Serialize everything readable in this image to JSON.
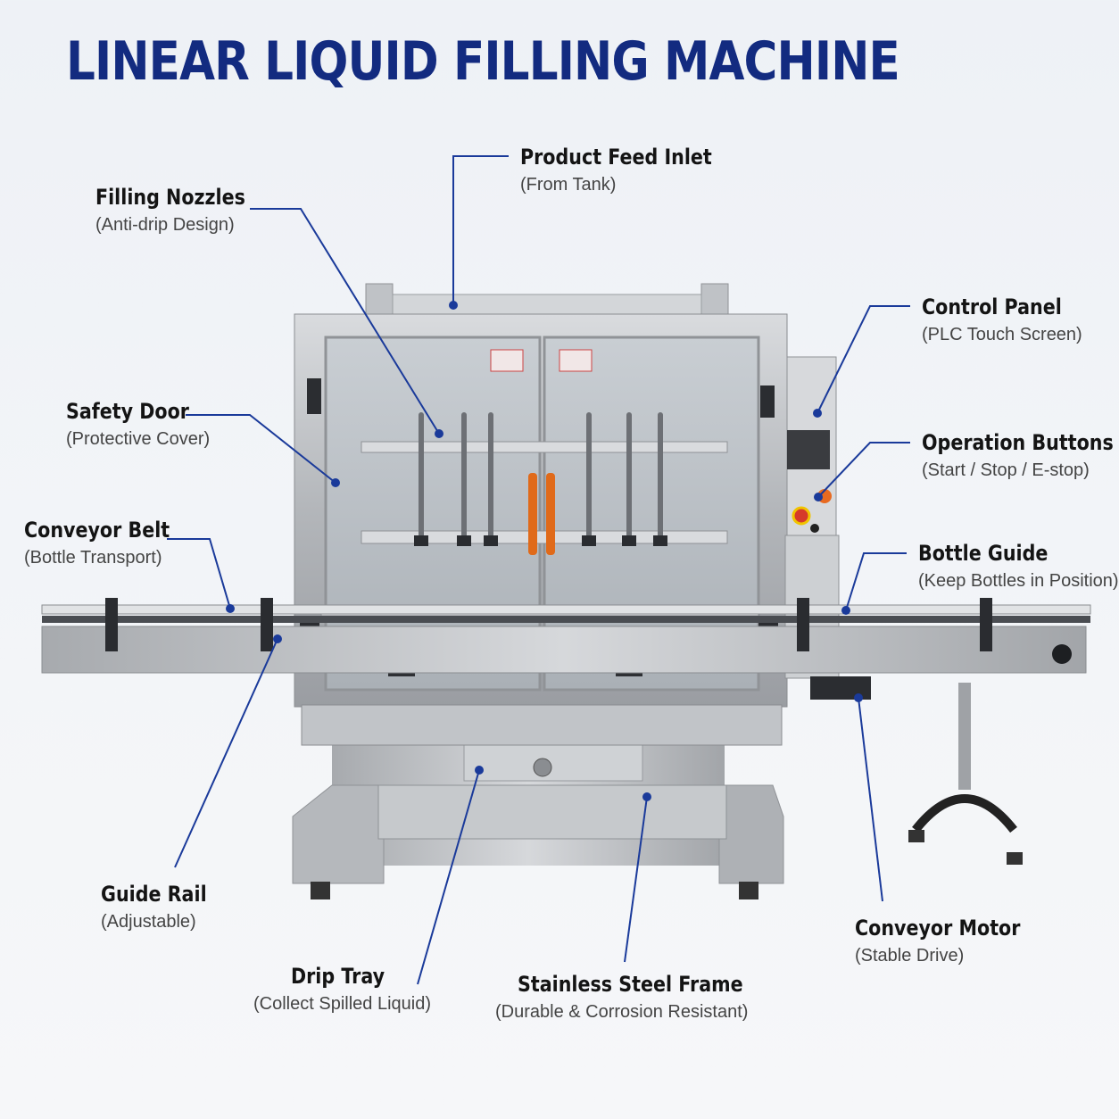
{
  "title": "LINEAR LIQUID FILLING MACHINE",
  "callouts": [
    {
      "id": "product-feed-inlet",
      "label": "Product Feed Inlet",
      "sub": "(From Tank)"
    },
    {
      "id": "filling-nozzles",
      "label": "Filling Nozzles",
      "sub": "(Anti-drip Design)"
    },
    {
      "id": "control-panel",
      "label": "Control Panel",
      "sub": "(PLC Touch Screen)"
    },
    {
      "id": "safety-door",
      "label": "Safety Door",
      "sub": "(Protective Cover)"
    },
    {
      "id": "operation-buttons",
      "label": "Operation Buttons",
      "sub": "(Start / Stop / E-stop)"
    },
    {
      "id": "conveyor-belt",
      "label": "Conveyor Belt",
      "sub": "(Bottle Transport)"
    },
    {
      "id": "bottle-guide",
      "label": "Bottle Guide",
      "sub": "(Keep Bottles in Position)"
    },
    {
      "id": "guide-rail",
      "label": "Guide Rail",
      "sub": "(Adjustable)"
    },
    {
      "id": "conveyor-motor",
      "label": "Conveyor Motor",
      "sub": "(Stable Drive)"
    },
    {
      "id": "drip-tray",
      "label": "Drip Tray",
      "sub": "(Collect Spilled Liquid)"
    },
    {
      "id": "stainless-steel-frame",
      "label": "Stainless Steel Frame",
      "sub": "(Durable & Corrosion Resistant)"
    }
  ],
  "colors": {
    "title": "#132b80",
    "leader": "#1a3a9a",
    "steel": "#b9bcc0",
    "accent": "#e06a1a"
  }
}
